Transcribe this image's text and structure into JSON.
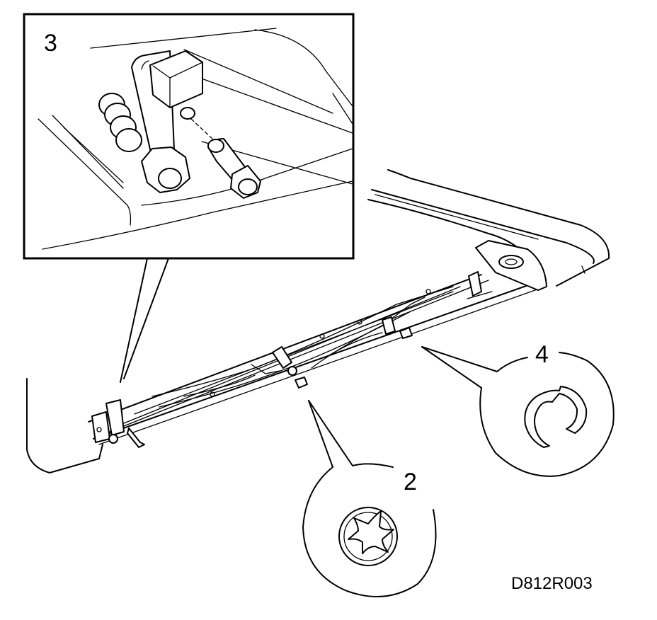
{
  "callouts": [
    {
      "id": "inset-3",
      "label": "3"
    },
    {
      "id": "detail-2",
      "label": "2"
    },
    {
      "id": "detail-4",
      "label": "4"
    }
  ],
  "figure_code": "D812R003"
}
